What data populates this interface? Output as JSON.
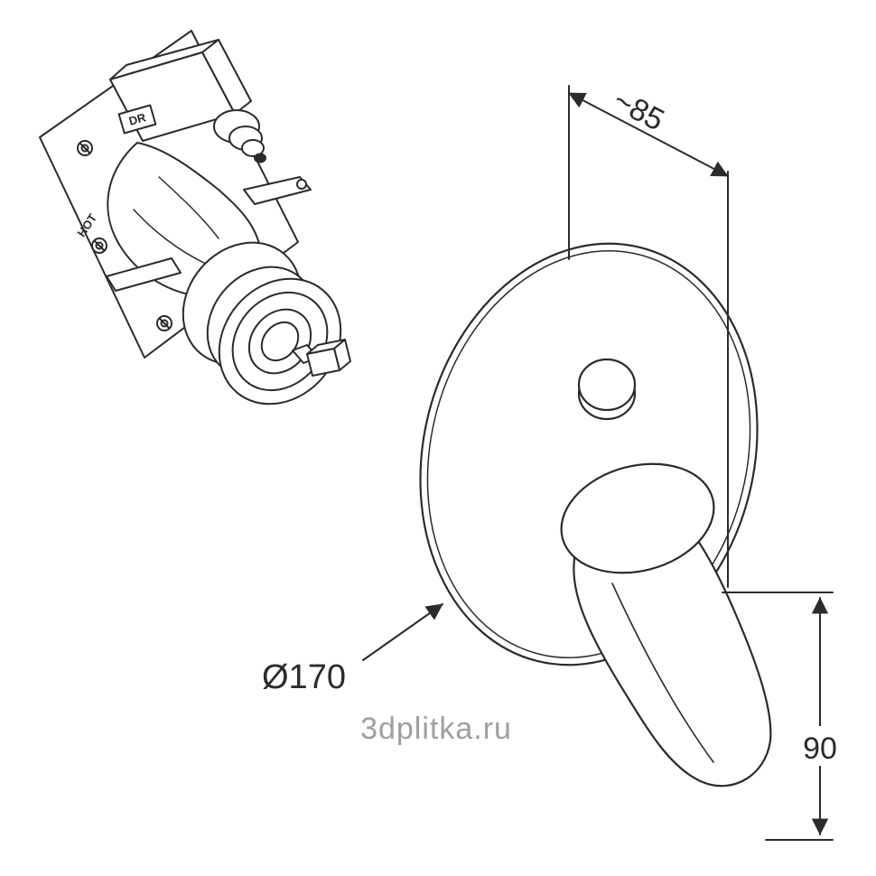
{
  "canvas": {
    "background": "#ffffff",
    "line_color": "#2b2b2b",
    "watermark_color": "#8f8f8f"
  },
  "diagram": {
    "dimensions": {
      "depth": "~85",
      "diameter": "Ø170",
      "height": "90"
    },
    "valve_labels": {
      "dr": "DR",
      "hot": "HOT"
    },
    "watermark": "3dplitka.ru"
  }
}
